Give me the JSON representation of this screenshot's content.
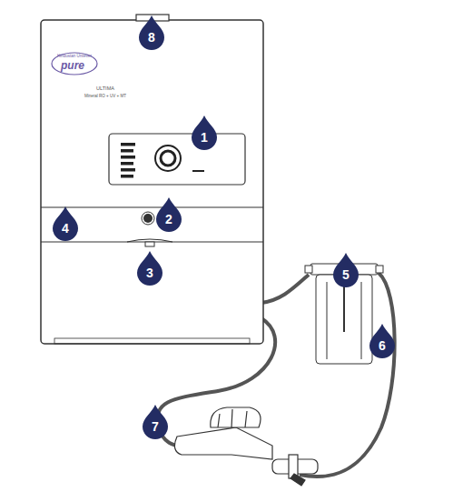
{
  "diagram": {
    "labels": [
      "Hindustan Unilever",
      "pure",
      "ULTIMA",
      "Mineral RO + UV + MT",
      "8",
      "1",
      "2",
      "4",
      "3",
      "5",
      "6",
      "7"
    ]
  }
}
